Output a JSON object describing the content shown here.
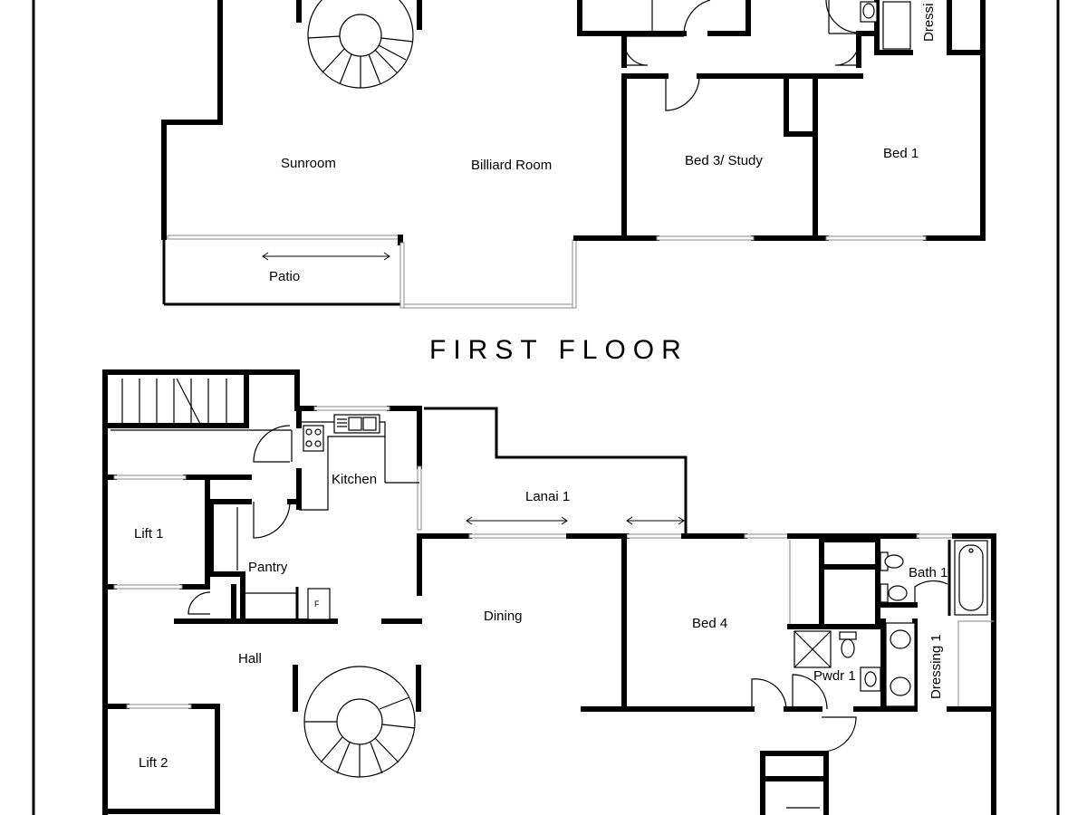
{
  "heading": "FIRST FLOOR",
  "rooms": {
    "dressing_top": "Dressi",
    "sunroom": "Sunroom",
    "billiard_room": "Billiard Room",
    "bed3_study": "Bed 3/ Study",
    "bed1": "Bed 1",
    "patio": "Patio",
    "kitchen": "Kitchen",
    "lanai1": "Lanai 1",
    "lift1": "Lift 1",
    "pantry": "Pantry",
    "bath1": "Bath 1",
    "dining": "Dining",
    "bed4": "Bed 4",
    "hall": "Hall",
    "dressing1": "Dressing 1",
    "pwdr1": "Pwdr 1",
    "lift2": "Lift 2",
    "fridge_mark": "F"
  }
}
